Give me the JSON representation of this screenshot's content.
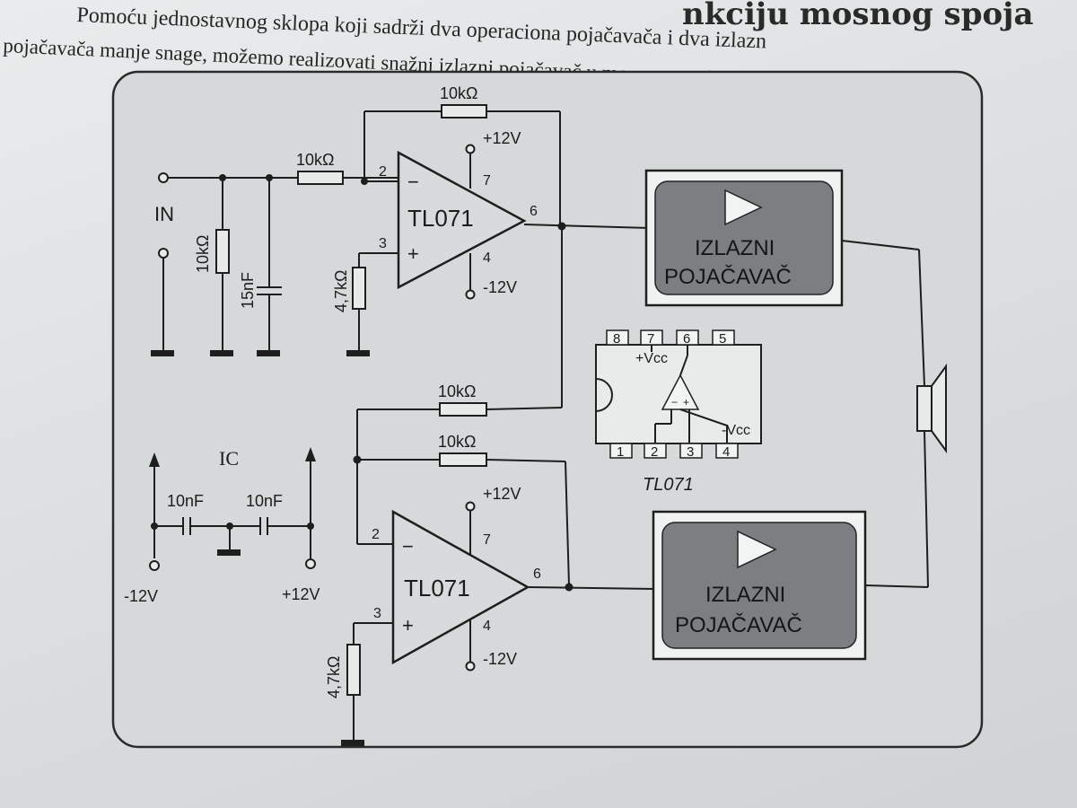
{
  "page": {
    "heading": "nkciju mosnog spoja",
    "intro_line_1": "Pomoću jednostavnog sklopa koji sadrži dva operaciona pojačavača i dva izlazn",
    "intro_line_2": "pojačavača manje snage, možemo realizovati snažni izlazni pojačavač u mosnom spoju (bridge).",
    "intro_line_3": ""
  },
  "schematic": {
    "input_label": "IN",
    "r_input_shunt": "10kΩ",
    "c_input": "15nF",
    "r_input_series": "10kΩ",
    "r_feedback_top": "10kΩ",
    "r_ground_top": "4,7kΩ",
    "opamp_top": {
      "name": "TL071",
      "pin_inv": "2",
      "pin_noninv": "3",
      "pin_out": "6",
      "pin_vplus": "7",
      "pin_vminus": "4",
      "vplus": "+12V",
      "vminus": "-12V",
      "minus_sign": "−",
      "plus_sign": "+"
    },
    "r_link": "10kΩ",
    "r_feedback_bottom": "10kΩ",
    "r_ground_bottom": "4,7kΩ",
    "opamp_bottom": {
      "name": "TL071",
      "pin_inv": "2",
      "pin_noninv": "3",
      "pin_out": "6",
      "pin_vplus": "7",
      "pin_vminus": "4",
      "vplus": "+12V",
      "vminus": "-12V",
      "minus_sign": "−",
      "plus_sign": "+"
    },
    "power_block": {
      "label": "IC",
      "cap_left": "10nF",
      "cap_right": "10nF",
      "rail_neg": "-12V",
      "rail_pos": "+12V"
    },
    "amp_top": {
      "line1": "IZLAZNI",
      "line2": "POJAČAVAČ"
    },
    "amp_bottom": {
      "line1": "IZLAZNI",
      "line2": "POJAČAVAČ"
    },
    "pinout": {
      "pins_top": [
        "8",
        "7",
        "6",
        "5"
      ],
      "pins_bottom": [
        "1",
        "2",
        "3",
        "4"
      ],
      "vcc_pos": "+Vcc",
      "vcc_neg": "-Vcc",
      "name": "TL071",
      "minus_sign": "−",
      "plus_sign": "+"
    }
  },
  "colors": {
    "panel_fill": "#d6d9da",
    "amp_fill": "#7c7f82",
    "ink": "#1e1e1e"
  }
}
